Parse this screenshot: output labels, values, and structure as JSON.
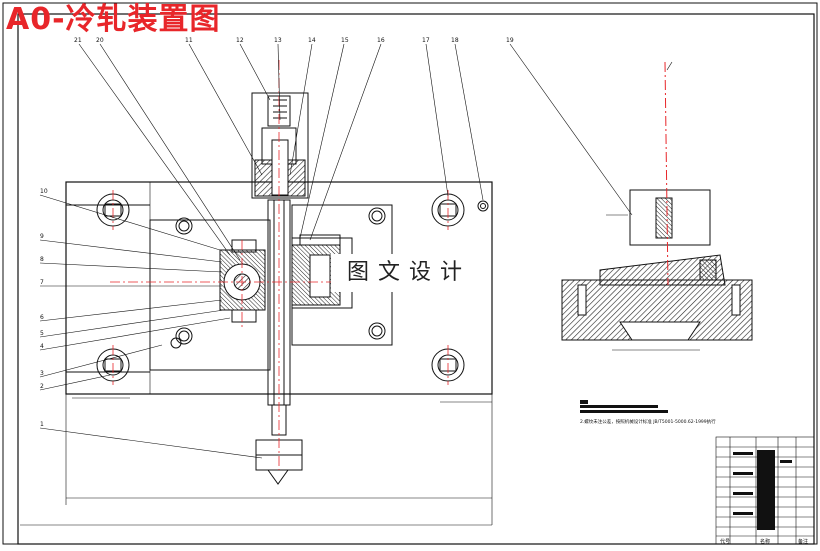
{
  "title": "A0-冷轧装置图",
  "watermark": "图文设计",
  "callouts": [
    "21",
    "20",
    "11",
    "12",
    "13",
    "14",
    "15",
    "16",
    "17",
    "18",
    "19",
    "10",
    "9",
    "8",
    "7",
    "6",
    "5",
    "4",
    "3",
    "2",
    "1"
  ],
  "tech_note": "2.螺纹未注公差，按照机械设计标准 JB/T5001-5000.62-1999执行",
  "title_block": {
    "code_label": "代号",
    "name_label": "名称",
    "remark_label": "备注"
  },
  "colors": {
    "title": "#e8262a",
    "centerline": "#e8262a",
    "line": "#111111",
    "hatch": "#333333"
  }
}
